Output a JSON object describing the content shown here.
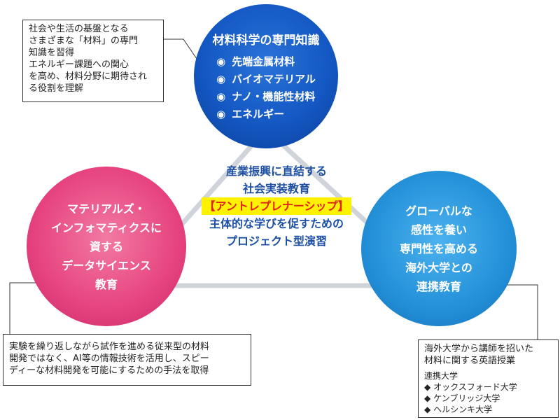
{
  "top_circle": {
    "title": "材料科学の専門知識",
    "bullet_symbol": "◉",
    "items": [
      "先端金属材料",
      "バイオマテリアル",
      "ナノ・機能性材料",
      "エネルギー"
    ],
    "color": "#1458c4"
  },
  "left_circle": {
    "lines": [
      "マテリアルズ・",
      "インフォマティクスに",
      "資する",
      "データサイエンス",
      "教育"
    ],
    "color": "#e6437f"
  },
  "right_circle": {
    "lines": [
      "グローバルな",
      "感性を養い",
      "専門性を高める",
      "海外大学との",
      "連携教育"
    ],
    "color": "#2390d8"
  },
  "center": {
    "line1": "産業振興に直結する",
    "line2": "社会実装教育",
    "highlight": "【アントレプレナーシップ】",
    "line4": "主体的な学びを促すための",
    "line5": "プロジェクト型演習",
    "text_color": "#1d4fa3",
    "highlight_bg": "#fff200",
    "highlight_text_color": "#e2221e"
  },
  "notes": {
    "top_left": {
      "lines": [
        "社会や生活の基盤となる",
        "さまざまな「材料」の専門",
        "知識を習得",
        "エネルギー課題への関心",
        "を高め、材料分野に期待され",
        "る役割を理解"
      ]
    },
    "bottom_left": {
      "lines": [
        "実験を繰り返しながら試作を進める従来型の材料",
        "開発ではなく、AI等の情報技術を活用し、スピー",
        "ディーな材料開発を可能にするための手法を取得"
      ]
    },
    "bottom_right": {
      "lines": [
        "海外大学から講師を招いた",
        "材料に関する英語授業"
      ],
      "partners_heading": "連携大学",
      "partner_bullet": "◆",
      "partners": [
        "オックスフォード大学",
        "ケンブリッジ大学",
        "ヘルシンキ大学"
      ]
    }
  }
}
